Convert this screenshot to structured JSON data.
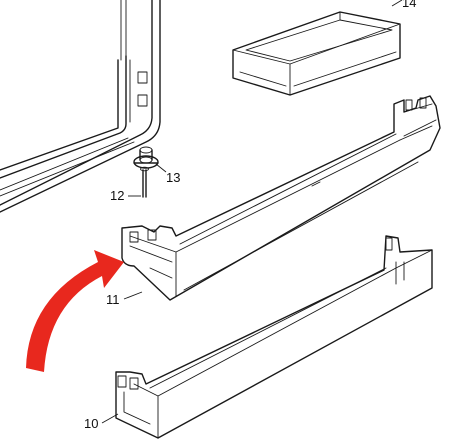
{
  "callouts": {
    "door_shelf_bottom": "10",
    "door_shelf_middle": "11",
    "screw": "12",
    "hinge": "13",
    "top_box": "14"
  },
  "colors": {
    "arrow": "#e8281e",
    "line": "#1a1a1a",
    "background": "#ffffff"
  }
}
